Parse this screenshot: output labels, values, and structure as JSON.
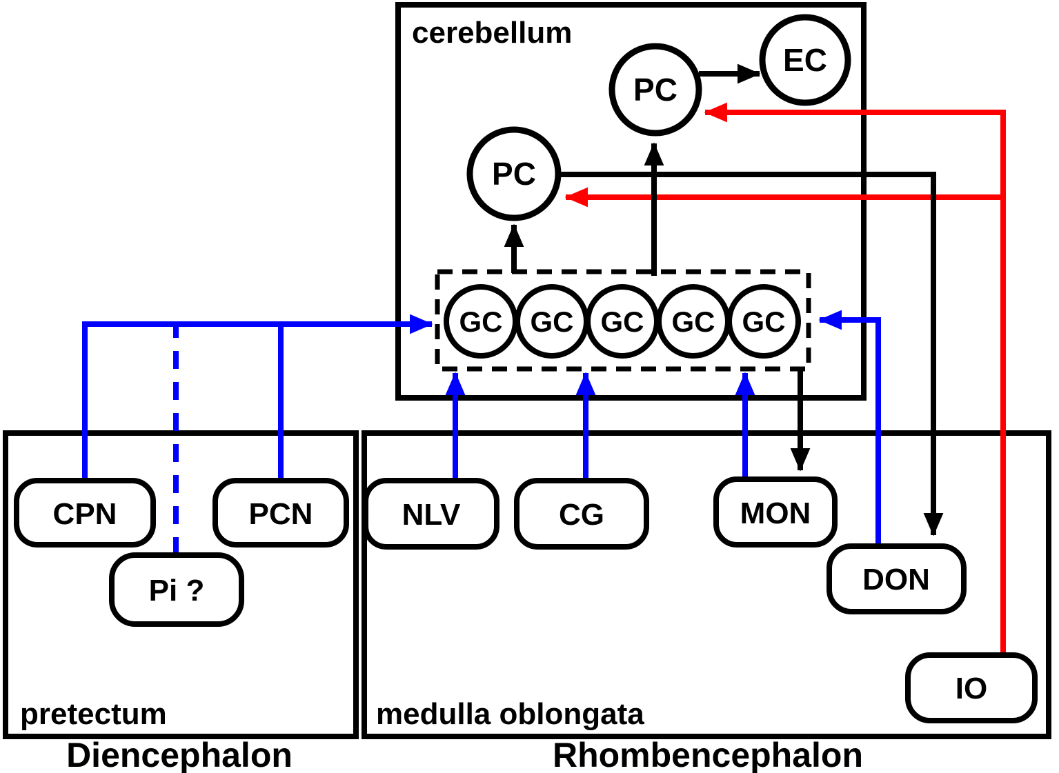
{
  "diagram": {
    "title_region": "cerebellum",
    "colors": {
      "line_black": "#000000",
      "line_blue": "#0000ff",
      "line_red": "#ff0000",
      "background": "#ffffff"
    },
    "cells": {
      "ec": "EC",
      "pc_upper": "PC",
      "pc_lower": "PC",
      "gc": [
        "GC",
        "GC",
        "GC",
        "GC",
        "GC"
      ]
    },
    "nuclei": {
      "cpn": "CPN",
      "pcn": "PCN",
      "pi": "Pi ?",
      "nlv": "NLV",
      "cg": "CG",
      "mon": "MON",
      "don": "DON",
      "io": "IO"
    },
    "regions": {
      "pretectum": "pretectum",
      "medulla": "medulla oblongata",
      "diencephalon": "Diencephalon",
      "rhombencephalon": "Rhombencephalon"
    }
  }
}
